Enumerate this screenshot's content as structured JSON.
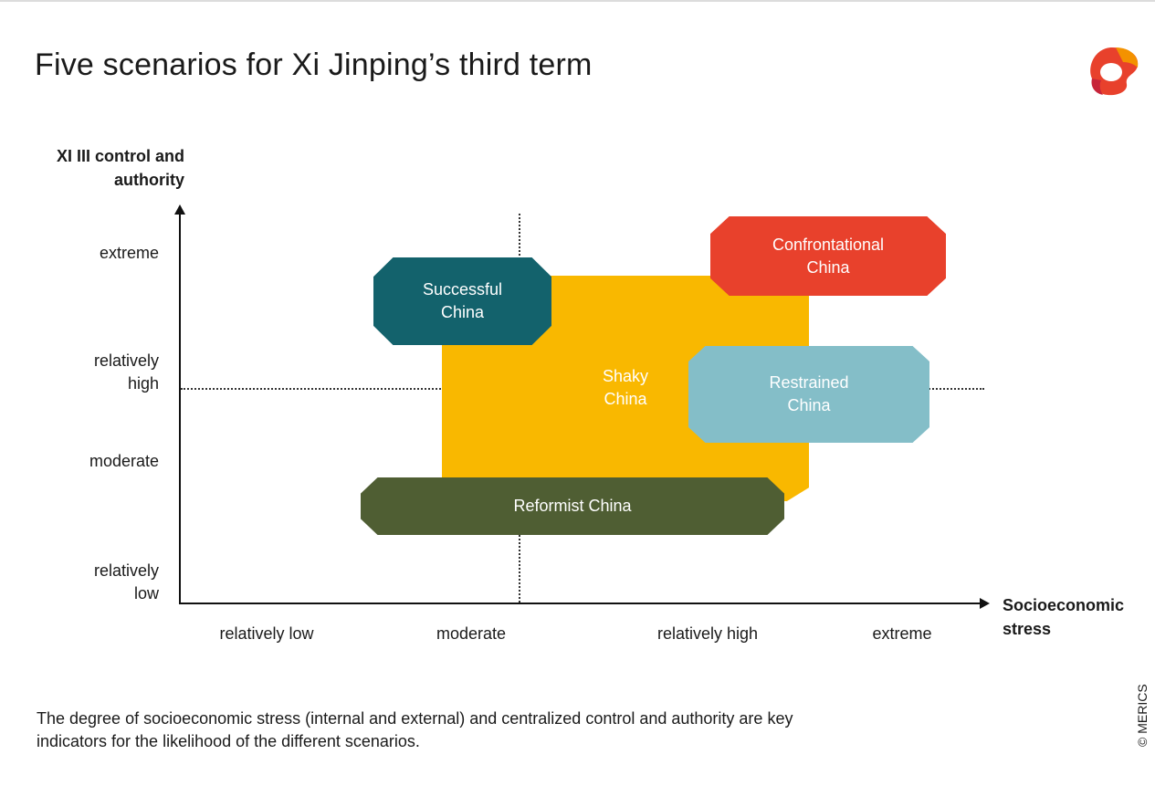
{
  "title": "Five scenarios for Xi Jinping’s third term",
  "y_axis": {
    "label": "XI III control and\nauthority",
    "ticks": [
      "extreme",
      "relatively\nhigh",
      "moderate",
      "relatively\nlow"
    ]
  },
  "x_axis": {
    "label": "Socioeconomic\nstress",
    "ticks": [
      "relatively low",
      "moderate",
      "relatively high",
      "extreme"
    ]
  },
  "scenarios": [
    {
      "label": "Shaky\nChina",
      "color": "#f9b800"
    },
    {
      "label": "Successful\nChina",
      "color": "#13626c"
    },
    {
      "label": "Confrontational\nChina",
      "color": "#e8412c"
    },
    {
      "label": "Restrained\nChina",
      "color": "#84bec8"
    },
    {
      "label": "Reformist China",
      "color": "#4f5e33"
    }
  ],
  "caption": "The degree of socioeconomic stress (internal and external) and centralized control and authority are key indicators for the likelihood of the different scenarios.",
  "copyright": "© MERICS",
  "logo": {
    "icon": "merics-logo-icon",
    "colors": [
      "#e8412c",
      "#f39200",
      "#c7243a"
    ]
  }
}
